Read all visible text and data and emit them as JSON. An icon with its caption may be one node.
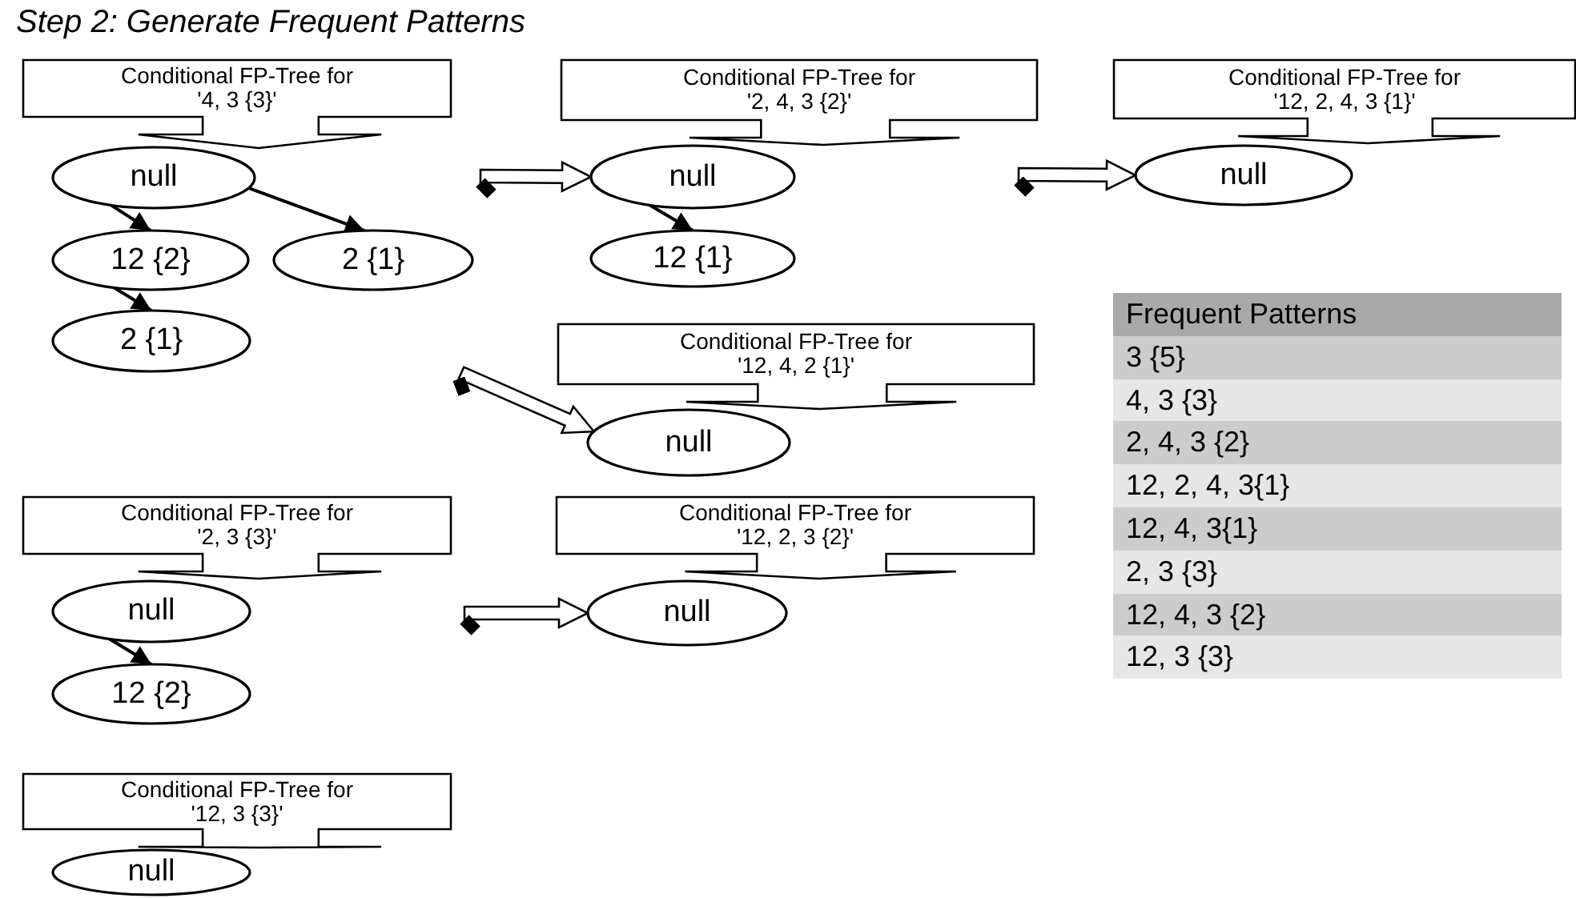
{
  "diagram": {
    "title": "Step 2: Generate Frequent Patterns",
    "nodes": [
      {
        "text": [
          "Conditional FP-Tree for '4, 3 {3}'"
        ]
      },
      {
        "text": [
          "null"
        ]
      },
      {
        "text": [
          "12 {2}"
        ]
      },
      {
        "text": [
          "2 {1}"
        ]
      },
      {
        "text": [
          "2 {1}"
        ]
      },
      {
        "text": [
          "Conditional FP-Tree for '2, 4, 3 {2}'"
        ]
      },
      {
        "text": [
          "null"
        ]
      },
      {
        "text": [
          "12 {1}"
        ]
      },
      {
        "text": [
          "Conditional FP-Tree for '12, 2, 4, 3 {1}'"
        ]
      },
      {
        "text": [
          "null"
        ]
      },
      {
        "text": [
          "Conditional FP-Tree for '12, 4, 2 {1}'"
        ]
      },
      {
        "text": [
          "null"
        ]
      },
      {
        "text": [
          "Conditional FP-Tree for '2, 3 {3}'"
        ]
      },
      {
        "text": [
          "null"
        ]
      },
      {
        "text": [
          "12 {2}"
        ]
      },
      {
        "text": [
          "Conditional FP-Tree for '12, 2, 3 {2}'"
        ]
      },
      {
        "text": [
          "null"
        ]
      },
      {
        "text": [
          "Conditional FP-Tree for '12, 3 {3}'"
        ]
      },
      {
        "text": [
          "null"
        ]
      }
    ],
    "edges": [
      {
        "from": 1,
        "to": 2,
        "arrow": "to"
      },
      {
        "from": 1,
        "to": 3,
        "arrow": "to"
      },
      {
        "from": 2,
        "to": 4,
        "arrow": "to"
      },
      {
        "from": 6,
        "to": 7,
        "arrow": "to"
      },
      {
        "from": 13,
        "to": 14,
        "arrow": "to"
      },
      {
        "from": null,
        "to": 6,
        "arrow": "to",
        "style": "thick"
      },
      {
        "from": null,
        "to": 9,
        "arrow": "to",
        "style": "thick"
      },
      {
        "from": null,
        "to": 11,
        "arrow": "to",
        "style": "thick"
      },
      {
        "from": null,
        "to": 16,
        "arrow": "to",
        "style": "thick"
      }
    ],
    "labels": [
      "Frequent Patterns",
      "3 {5}",
      "4, 3 {3}",
      "2, 4, 3 {2}",
      "12, 2, 4, 3{1}",
      "12, 4, 3{1}",
      "2, 3 {3}",
      "12, 4, 3 {2}",
      "12, 3 {3}"
    ]
  }
}
